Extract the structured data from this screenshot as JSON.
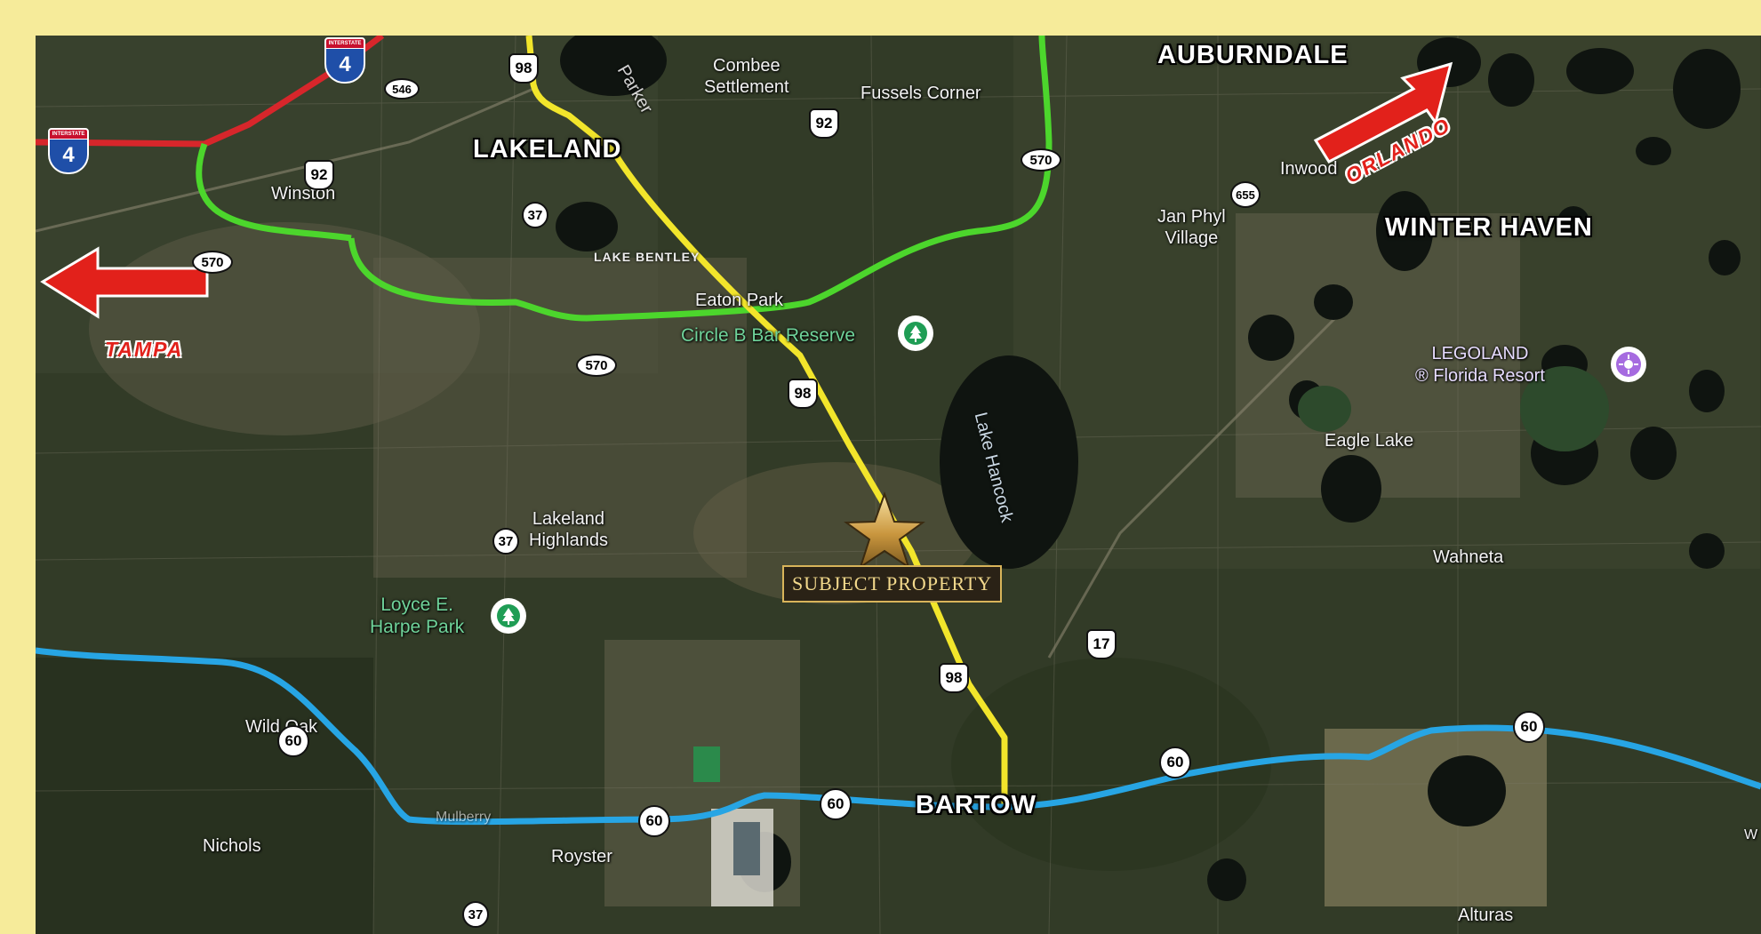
{
  "cities": {
    "lakeland": "LAKELAND",
    "auburndale": "AUBURNDALE",
    "winter_haven": "WINTER HAVEN",
    "bartow": "BARTOW"
  },
  "directions": {
    "tampa": "TAMPA",
    "orlando": "ORLANDO"
  },
  "towns": {
    "combee": "Combee\nSettlement",
    "fussels_corner": "Fussels Corner",
    "winston": "Winston",
    "inwood": "Inwood",
    "jan_phyl": "Jan Phyl\nVillage",
    "lake_bentley": "LAKE BENTLEY",
    "eaton_park": "Eaton Park",
    "lakeland_highlands": "Lakeland\nHighlands",
    "eagle_lake": "Eagle Lake",
    "wahneta": "Wahneta",
    "wildwood_oak": "Wild Oak",
    "nichols": "Nichols",
    "royster": "Royster",
    "alturas": "Alturas",
    "parker": "Parker",
    "mulberry": "Mulberry",
    "west": "W"
  },
  "parks": {
    "circle_b": "Circle B Bar Reserve",
    "loyce_harpe": "Loyce E.\nHarpe Park",
    "legoland": "LEGOLAND\n® Florida Resort"
  },
  "water": {
    "lake_hancock": "Lake Hancock"
  },
  "subject_property": "SUBJECT PROPERTY",
  "shields": {
    "i4_top": "4",
    "i4_left": "4",
    "i4_header": "INTERSTATE",
    "us98_top": "98",
    "us98_mid": "98",
    "us98_bottom": "98",
    "us92_a": "92",
    "us92_b": "92",
    "us17": "17",
    "fl546": "546",
    "fl570_left": "570",
    "fl570_mid": "570",
    "fl570_right": "570",
    "fl37_a": "37",
    "fl37_b": "37",
    "fl37_c": "37",
    "fl655": "655",
    "fl60_a": "60",
    "fl60_b": "60",
    "fl60_c": "60",
    "fl60_d": "60",
    "fl60_e": "60"
  },
  "route_colors": {
    "interstate_4": "#d7262b",
    "us_98": "#f2e52b",
    "sr_570": "#4cd62c",
    "sr_60": "#27a5e4"
  },
  "icons": {
    "subject_marker": "star-icon",
    "park_marker": "tree-icon",
    "legoland_marker": "attraction-icon",
    "direction_arrow": "arrow-icon"
  }
}
